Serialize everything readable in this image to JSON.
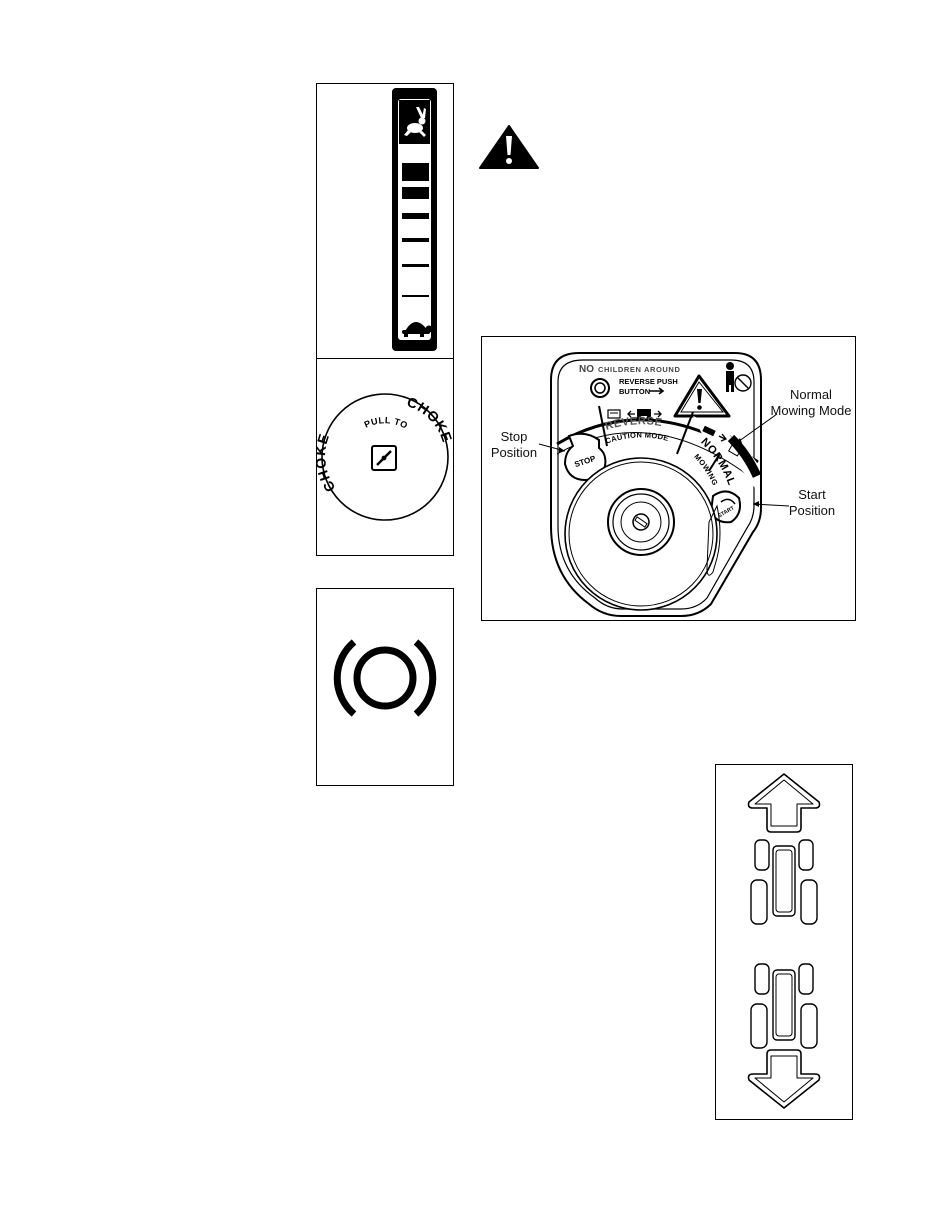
{
  "ignition_switch": {
    "panel_header": "NO",
    "panel_header_rest": "CHILDREN AROUND",
    "reverse_push_line1": "REVERSE PUSH",
    "reverse_push_line2": "BUTTON",
    "stop_badge": "STOP",
    "reverse_label": "REVERSE",
    "caution_label": "CAUTION MODE",
    "normal_label": "NORMAL",
    "mowing_label": "MOWING",
    "start_badge": "START",
    "callouts": {
      "stop_line1": "Stop",
      "stop_line2": "Position",
      "normal_line1": "Normal",
      "normal_line2": "Mowing Mode",
      "start_line1": "Start",
      "start_line2": "Position"
    }
  },
  "choke_knob": {
    "left_word": "CHOKE",
    "top_words": "PULL TO",
    "right_word": "CHOKE"
  },
  "icons": {
    "warning": "warning-triangle-icon",
    "fast": "rabbit-icon",
    "slow": "turtle-icon",
    "pto": "pto-blade-engage-icon",
    "forward": "forward-arrow-icon",
    "reverse": "reverse-arrow-icon"
  }
}
